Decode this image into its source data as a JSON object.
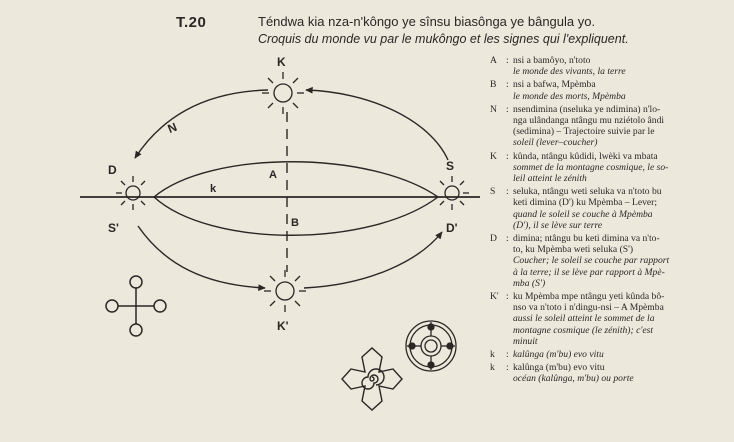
{
  "header": {
    "number": "T.20",
    "title": "Téndwa kia nza-n'kôngo ye sînsu biasônga ye bângula yo.",
    "subtitle": "Croquis du monde vu par le mukôngo et les signes qui l'expliquent."
  },
  "diagram": {
    "labels": {
      "K": "K",
      "K_prime": "K'",
      "D": "D",
      "D_prime": "D'",
      "S": "S",
      "S_prime": "S'",
      "N": "N",
      "A": "A",
      "B": "B",
      "k": "k"
    }
  },
  "legend": [
    {
      "key": "A",
      "lines": [
        {
          "t": "nsi a bamôyo, n'toto",
          "i": false
        },
        {
          "t": "le monde des vivants, la terre",
          "i": true
        }
      ]
    },
    {
      "key": "B",
      "lines": [
        {
          "t": "nsi a bafwa, Mpèmba",
          "i": false
        },
        {
          "t": "le monde des morts, Mpèmba",
          "i": true
        }
      ]
    },
    {
      "key": "N",
      "lines": [
        {
          "t": "nsendimina (nseluka ye ndimina) n'lo-",
          "i": false
        },
        {
          "t": "nga ulândanga ntângu mu nziétolo ândi",
          "i": false
        },
        {
          "t": "(sedimina) – Trajectoire suivie par le",
          "i": false
        },
        {
          "t": "soleil (lever–coucher)",
          "i": true
        }
      ]
    },
    {
      "key": "K",
      "lines": [
        {
          "t": "kûnda, ntângu kûdidi, lwèki va mbata",
          "i": false
        },
        {
          "t": "sommet de la montagne cosmique, le so-",
          "i": true
        },
        {
          "t": "leil atteint le zénith",
          "i": true
        }
      ]
    },
    {
      "key": "S",
      "lines": [
        {
          "t": "seluka, ntângu weti seluka va n'toto bu",
          "i": false
        },
        {
          "t": "keti dimina (D') ku Mpèmba – Lever;",
          "i": false
        },
        {
          "t": "quand le soleil se couche à Mpèmba",
          "i": true
        },
        {
          "t": "(D'), il se lève sur terre",
          "i": true
        }
      ]
    },
    {
      "key": "D",
      "lines": [
        {
          "t": "dimina; ntângu bu keti dimina va n'to-",
          "i": false
        },
        {
          "t": "to, ku Mpèmba weti seluka (S')",
          "i": false
        },
        {
          "t": "Coucher; le soleil se couche par rapport",
          "i": true
        },
        {
          "t": "à la terre; il se lève par rapport à Mpè-",
          "i": true
        },
        {
          "t": "mba (S')",
          "i": true
        }
      ]
    },
    {
      "key": "K'",
      "lines": [
        {
          "t": "ku Mpèmba mpe ntângu yeti kûnda bô-",
          "i": false
        },
        {
          "t": "nso va n'toto i n'dingu-nsi – A Mpèmba",
          "i": false
        },
        {
          "t": "aussi le soleil atteint le sommet de la",
          "i": true
        },
        {
          "t": "montagne cosmique (le zénith); c'est",
          "i": true
        },
        {
          "t": "minuit",
          "i": true
        }
      ]
    },
    {
      "key": "k",
      "lines": [
        {
          "t": "kalûnga (m'bu) evo vitu",
          "i": true
        }
      ]
    },
    {
      "key": "k",
      "lines": [
        {
          "t": "kalûnga (m'bu) evo vitu",
          "i": false
        },
        {
          "t": "océan (kalûnga, m'bu) ou porte",
          "i": true
        }
      ]
    }
  ]
}
